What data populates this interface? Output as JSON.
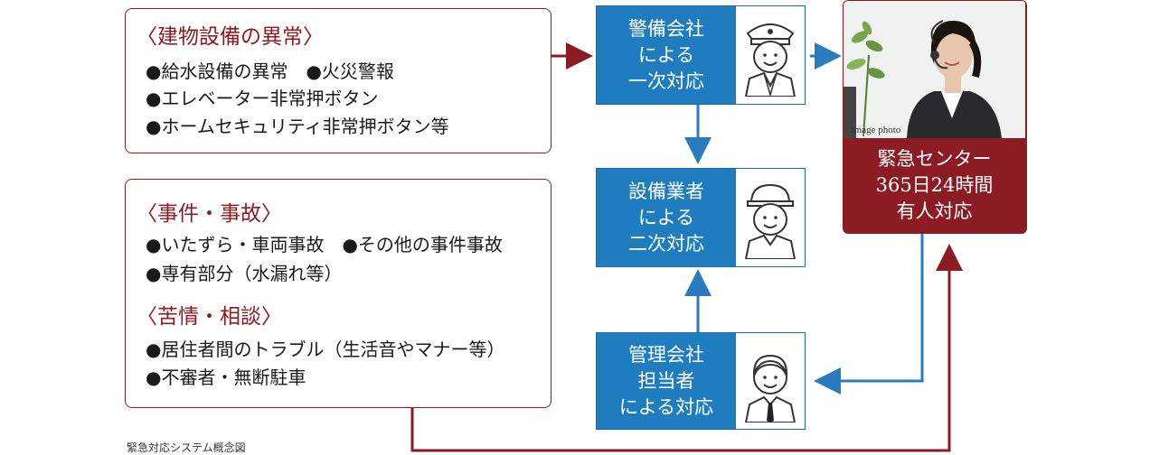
{
  "categories": [
    {
      "heading": "〈建物設備の異常〉",
      "items": [
        "●給水設備の異常　●火災警報",
        "●エレベーター非常押ボタン",
        "●ホームセキュリティ非常押ボタン等"
      ]
    },
    {
      "heading": "〈事件・事故〉",
      "items": [
        "●いたずら・車両事故　●その他の事件事故",
        "●専有部分（水漏れ等）"
      ]
    },
    {
      "heading": "〈苦情・相談〉",
      "items": [
        "●居住者間のトラブル（生活音やマナー等）",
        "●不審者・無断駐車"
      ]
    }
  ],
  "flow": {
    "security": [
      "警備会社",
      "による",
      "一次対応"
    ],
    "equipment": [
      "設備業者",
      "による",
      "二次対応"
    ],
    "management": [
      "管理会社",
      "担当者",
      "による対応"
    ]
  },
  "center": {
    "photo_caption": "Image photo",
    "lines": [
      "緊急センター",
      "365日24時間",
      "有人対応"
    ]
  },
  "caption": "緊急対応システム概念図",
  "colors": {
    "accent_red": "#8b1c24",
    "accent_blue": "#1e7cbf"
  }
}
